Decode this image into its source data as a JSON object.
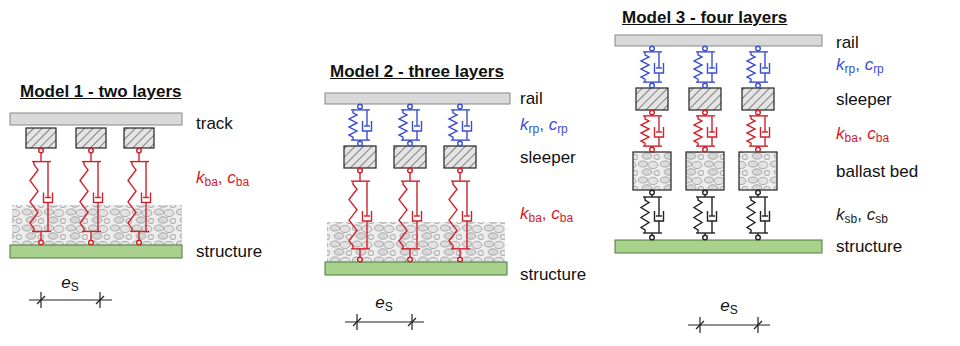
{
  "diagram": {
    "labels": [
      "Model 1 - two layers",
      "track",
      "kba, cba",
      "structure",
      "eS",
      "Model 2 - three layers",
      "rail",
      "krp, crp",
      "sleeper",
      "kba, cba",
      "structure",
      "eS",
      "Model 3 - four layers",
      "rail",
      "krp, crp",
      "sleeper",
      "kba, cba",
      "ballast bed",
      "ksb, csb",
      "structure",
      "eS"
    ]
  }
}
